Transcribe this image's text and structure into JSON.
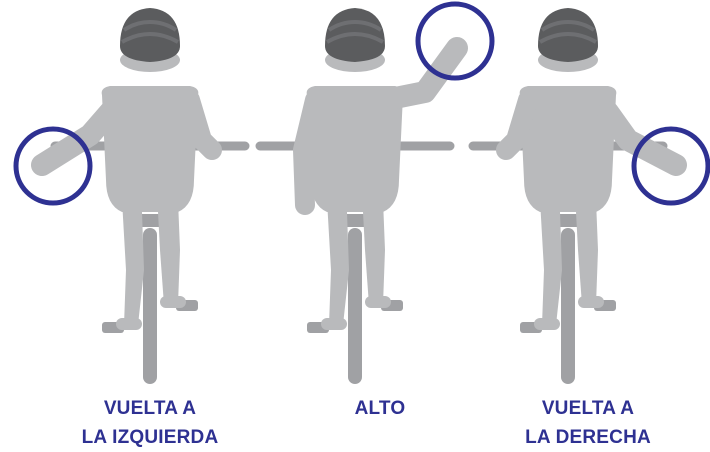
{
  "signals": [
    {
      "icon": "left-turn-cyclist-icon",
      "lines": [
        "VUELTA A",
        "LA IZQUIERDA"
      ]
    },
    {
      "icon": "stop-cyclist-icon",
      "lines": [
        "ALTO"
      ]
    },
    {
      "icon": "right-turn-cyclist-icon",
      "lines": [
        "VUELTA A",
        "LA DERECHA"
      ]
    }
  ],
  "colors": {
    "body": "#b9babc",
    "bike": "#a0a1a4",
    "helmet": "#5b5c5e",
    "highlight": "#2e3192",
    "text": "#2e3192"
  }
}
